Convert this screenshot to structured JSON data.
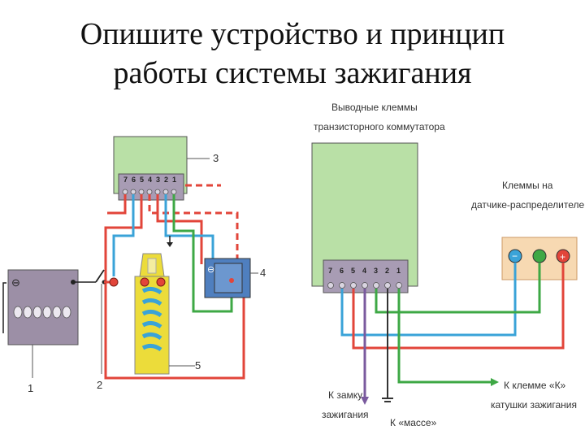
{
  "slide": {
    "title_line1": "Опишите устройство и принцип",
    "title_line2": "работы системы зажигания"
  },
  "left_diagram": {
    "callouts": [
      "1",
      "2",
      "3",
      "4",
      "5"
    ],
    "commutator_terminals": [
      "7",
      "6",
      "5",
      "4",
      "3",
      "2",
      "1"
    ],
    "battery_minus": "⊖",
    "sensor_minus": "⊖"
  },
  "right_diagram": {
    "commutator_label_line1": "Выводные клеммы",
    "commutator_label_line2": "транзисторного коммутатора",
    "sensor_label_line1": "Клеммы на",
    "sensor_label_line2": "датчике-распределителе",
    "terminal_numbers": [
      "7",
      "6",
      "5",
      "4",
      "3",
      "2",
      "1"
    ],
    "sensor_terminals": [
      "−",
      "",
      "+"
    ],
    "to_ignition_switch_line1": "К замку",
    "to_ignition_switch_line2": "зажигания",
    "to_ground": "К «массе»",
    "to_coil_line1": "К клемме «К»",
    "to_coil_line2": "катушки зажигания"
  },
  "colors": {
    "board": "#b9e0a6",
    "terminal_strip": "#a89cb4",
    "battery": "#9c8fa6",
    "coil": "#ecdc3a",
    "sensor": "#f7d9b2",
    "sensor_module": "#4f7fbf",
    "red": "#e2453a",
    "blue": "#3aa3d8",
    "green": "#3ea845",
    "purple": "#7a5a9e",
    "black": "#222222"
  }
}
